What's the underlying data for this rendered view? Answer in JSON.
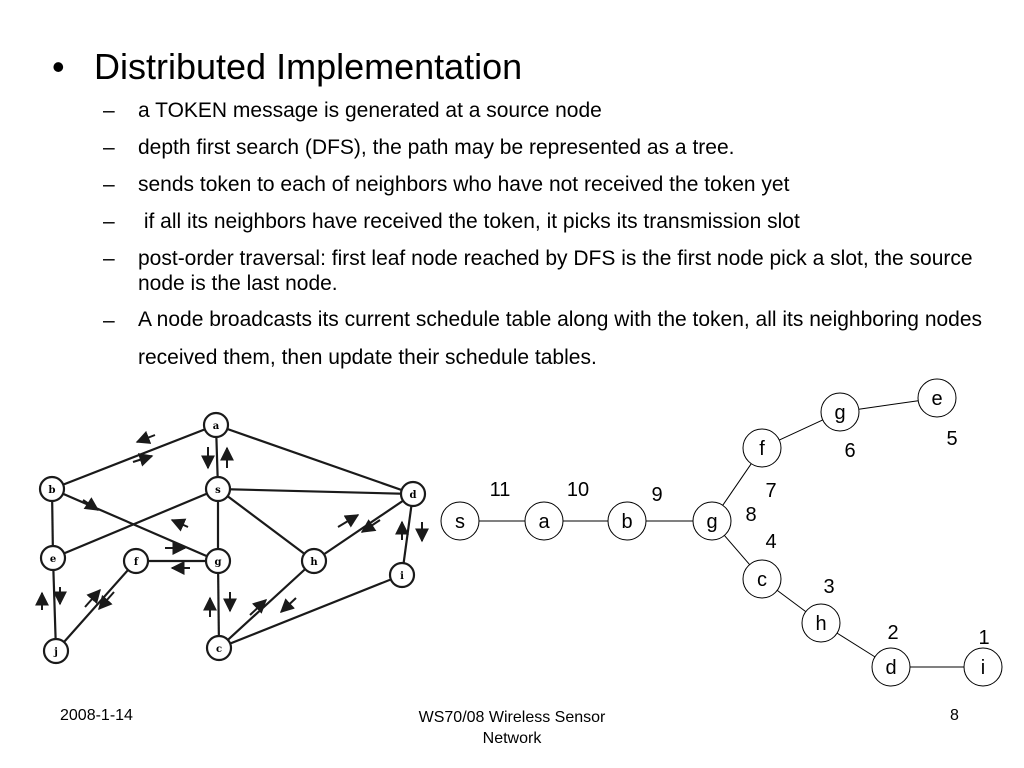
{
  "slide": {
    "title": "Distributed Implementation",
    "bullets": [
      "a TOKEN message is generated at a source node",
      "depth first search (DFS), the path may be represented as a tree.",
      "sends token to each of neighbors who have not received the token yet",
      " if all its neighbors have received the token, it picks its transmission slot",
      "post-order traversal: first leaf node reached by DFS is the first node pick a slot, the source node is the last node.",
      "A node broadcasts its current schedule table along with the token, all its neighboring nodes received them, then update their schedule tables."
    ]
  },
  "network_graph": {
    "nodes": [
      "a",
      "b",
      "s",
      "d",
      "e",
      "f",
      "g",
      "h",
      "i",
      "j",
      "c"
    ],
    "edges": [
      [
        "a",
        "b"
      ],
      [
        "a",
        "s"
      ],
      [
        "a",
        "d"
      ],
      [
        "b",
        "e"
      ],
      [
        "b",
        "g"
      ],
      [
        "s",
        "e"
      ],
      [
        "s",
        "g"
      ],
      [
        "s",
        "h"
      ],
      [
        "s",
        "d"
      ],
      [
        "e",
        "j"
      ],
      [
        "f",
        "j"
      ],
      [
        "f",
        "g"
      ],
      [
        "g",
        "c"
      ],
      [
        "h",
        "d"
      ],
      [
        "h",
        "c"
      ],
      [
        "d",
        "i"
      ],
      [
        "i",
        "c"
      ]
    ]
  },
  "dfs_tree": {
    "nodes": [
      "s",
      "a",
      "b",
      "g",
      "f",
      "g",
      "e",
      "c",
      "h",
      "d",
      "i"
    ],
    "edges": [
      [
        0,
        1
      ],
      [
        1,
        2
      ],
      [
        2,
        3
      ],
      [
        3,
        4
      ],
      [
        4,
        5
      ],
      [
        5,
        6
      ],
      [
        3,
        7
      ],
      [
        7,
        8
      ],
      [
        8,
        9
      ],
      [
        9,
        10
      ]
    ],
    "order_labels": [
      "11",
      "10",
      "9",
      "8",
      "7",
      "6",
      "5",
      "4",
      "3",
      "2",
      "1"
    ]
  },
  "footer": {
    "date": "2008-1-14",
    "course": "WS70/08 Wireless Sensor Network",
    "page": "8"
  }
}
